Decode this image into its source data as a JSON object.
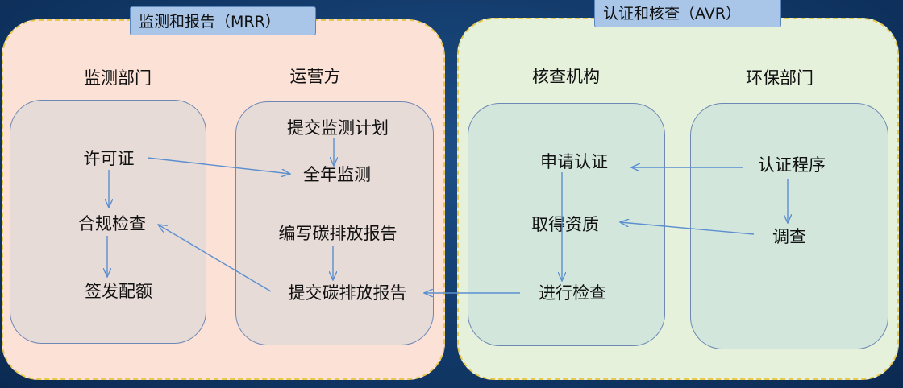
{
  "sections": {
    "mrr": {
      "title": "监测和报告（MRR）",
      "columns": {
        "monitor": {
          "heading": "监测部门",
          "nodes": [
            "许可证",
            "合规检查",
            "签发配额"
          ]
        },
        "operator": {
          "heading": "运营方",
          "nodes": [
            "提交监测计划",
            "全年监测",
            "编写碳排放报告",
            "提交碳排放报告"
          ]
        }
      }
    },
    "avr": {
      "title": "认证和核查（AVR）",
      "columns": {
        "verifier": {
          "heading": "核查机构",
          "nodes": [
            "申请认证",
            "取得资质",
            "进行检查"
          ]
        },
        "environment": {
          "heading": "环保部门",
          "nodes": [
            "认证程序",
            "调查"
          ]
        }
      }
    }
  },
  "flows": [
    {
      "from": "许可证",
      "to": "合规检查"
    },
    {
      "from": "合规检查",
      "to": "签发配额"
    },
    {
      "from": "许可证",
      "to": "全年监测"
    },
    {
      "from": "提交监测计划",
      "to": "全年监测"
    },
    {
      "from": "编写碳排放报告",
      "to": "提交碳排放报告"
    },
    {
      "from": "提交碳排放报告",
      "to": "合规检查"
    },
    {
      "from": "进行检查",
      "to": "提交碳排放报告"
    },
    {
      "from": "认证程序",
      "to": "申请认证"
    },
    {
      "from": "申请认证",
      "to": "进行检查"
    },
    {
      "from": "认证程序",
      "to": "调查"
    },
    {
      "from": "调查",
      "to": "取得资质"
    }
  ],
  "colors": {
    "mrr_panel": "#fbe1d6",
    "avr_panel": "#e6f1dc",
    "panel_border": "#e8c84a",
    "tab": "#a9c6e8",
    "arrow": "#5b8fd0"
  }
}
